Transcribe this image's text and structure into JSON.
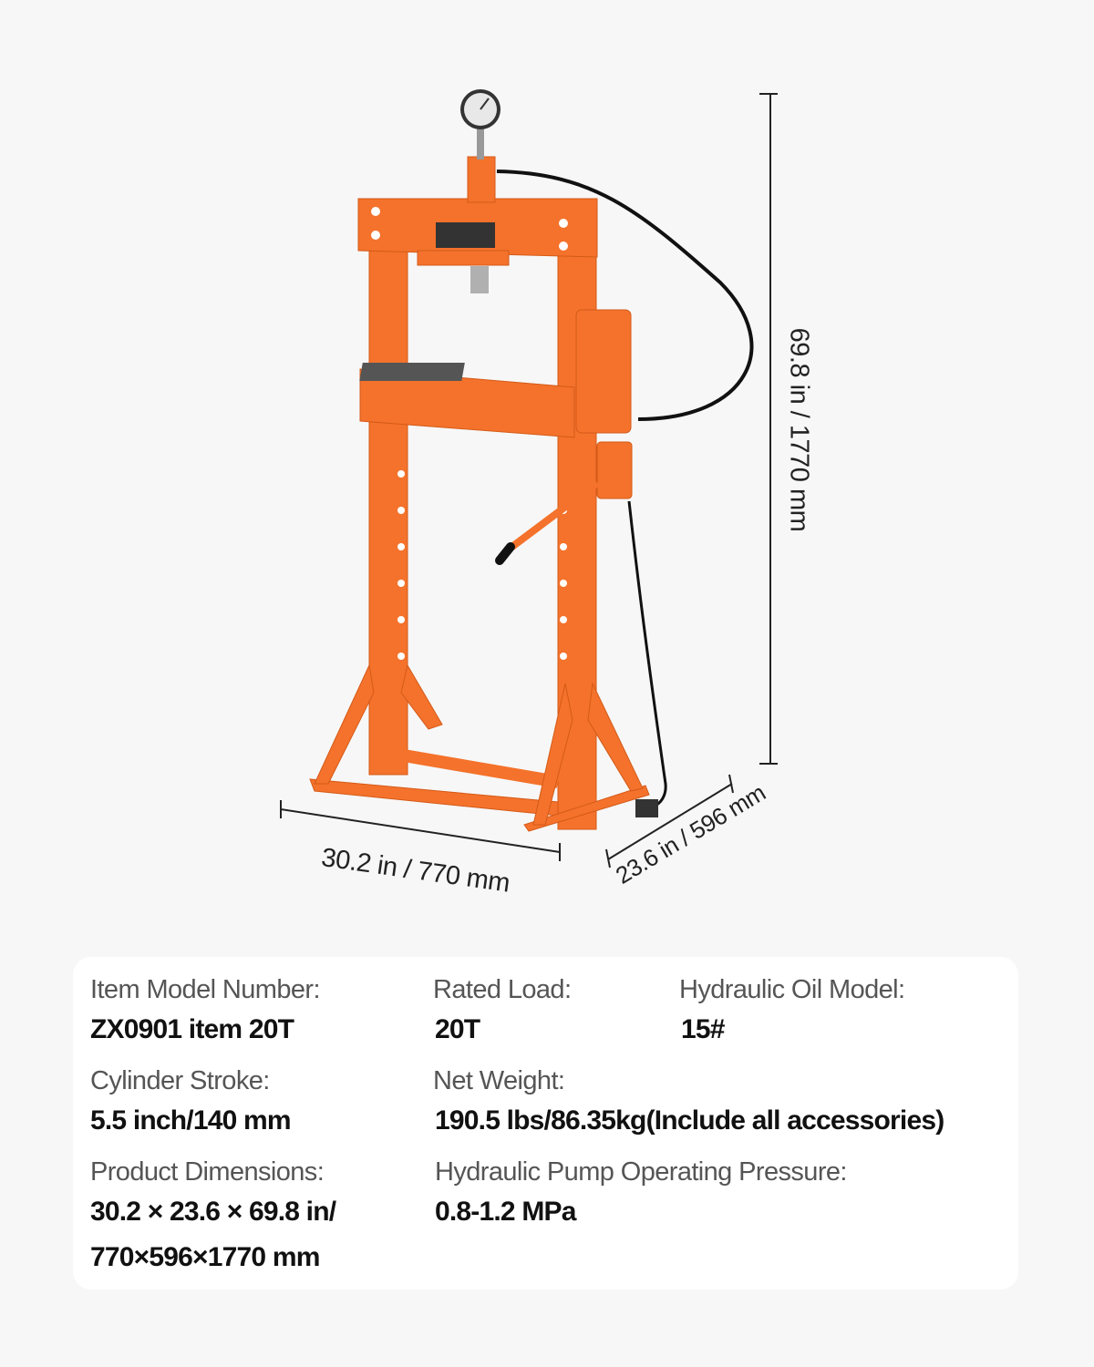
{
  "dimensions": {
    "height": "69.8 in / 1770 mm",
    "width": "30.2 in / 770 mm",
    "depth": "23.6 in / 596 mm"
  },
  "colors": {
    "frame": "#f4722b",
    "background": "#f7f7f7",
    "card": "#ffffff"
  },
  "specs": {
    "model": {
      "label": "Item Model Number:",
      "value": "ZX0901 item 20T"
    },
    "rated_load": {
      "label": "Rated Load:",
      "value": "20T"
    },
    "oil_model": {
      "label": "Hydraulic Oil Model:",
      "value": "15#"
    },
    "stroke": {
      "label": "Cylinder Stroke:",
      "value": "5.5 inch/140 mm"
    },
    "net_weight": {
      "label": "Net Weight:",
      "value": "190.5 lbs/86.35kg(Include all accessories)"
    },
    "dimensions": {
      "label": "Product Dimensions:",
      "value_line1": "30.2 × 23.6 × 69.8 in/",
      "value_line2": "770×596×1770 mm"
    },
    "pressure": {
      "label": "Hydraulic Pump Operating Pressure:",
      "value": "0.8-1.2 MPa"
    }
  }
}
